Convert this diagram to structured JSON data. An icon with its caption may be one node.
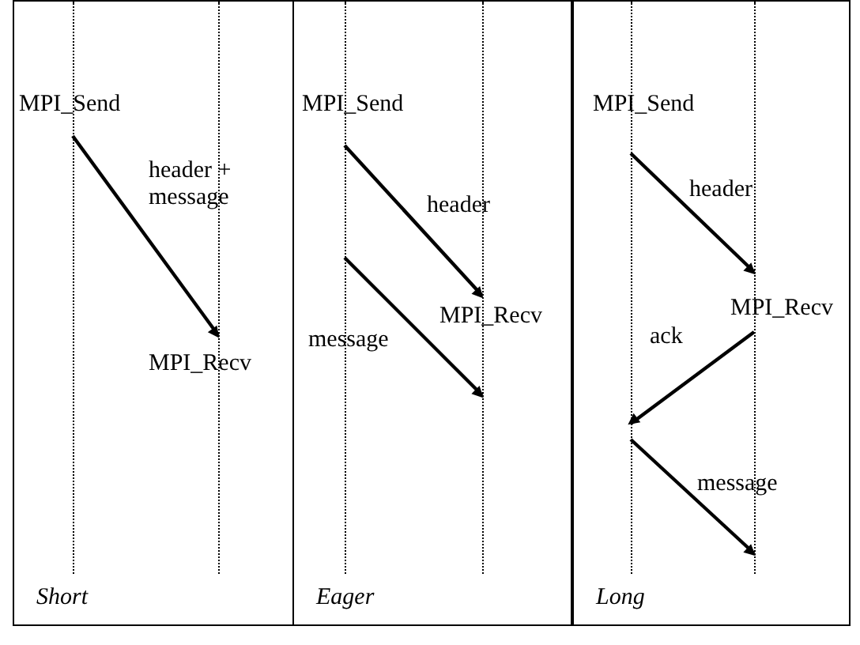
{
  "diagram": {
    "nodes": [
      {
        "text": [
          "Short"
        ]
      },
      {
        "text": [],
        "shape": "line",
        "in": 0,
        "beside": [
          "MPI_Send"
        ]
      },
      {
        "text": [],
        "shape": "line",
        "in": 0,
        "beside": [
          "MPI_Recv"
        ]
      },
      {
        "text": [
          "Eager"
        ]
      },
      {
        "text": [],
        "shape": "line",
        "in": 3,
        "beside": [
          "MPI_Send"
        ]
      },
      {
        "text": [],
        "shape": "line",
        "in": 3,
        "beside": [
          "MPI_Recv"
        ]
      },
      {
        "text": [
          "Long"
        ]
      },
      {
        "text": [],
        "shape": "line",
        "in": 6,
        "beside": [
          "MPI_Send"
        ]
      },
      {
        "text": [],
        "shape": "line",
        "in": 6,
        "beside": [
          "MPI_Recv"
        ]
      }
    ],
    "edges": [
      {
        "from": 1,
        "to": 2,
        "arrow": "to",
        "label": "header + message"
      },
      {
        "from": 4,
        "to": 5,
        "arrow": "to",
        "label": "header"
      },
      {
        "from": 4,
        "to": 5,
        "arrow": "to",
        "label": "message"
      },
      {
        "from": 7,
        "to": 8,
        "arrow": "to",
        "label": "header"
      },
      {
        "from": 8,
        "to": 7,
        "arrow": "to",
        "label": "ack"
      },
      {
        "from": 7,
        "to": 8,
        "arrow": "to",
        "label": "message"
      }
    ]
  }
}
